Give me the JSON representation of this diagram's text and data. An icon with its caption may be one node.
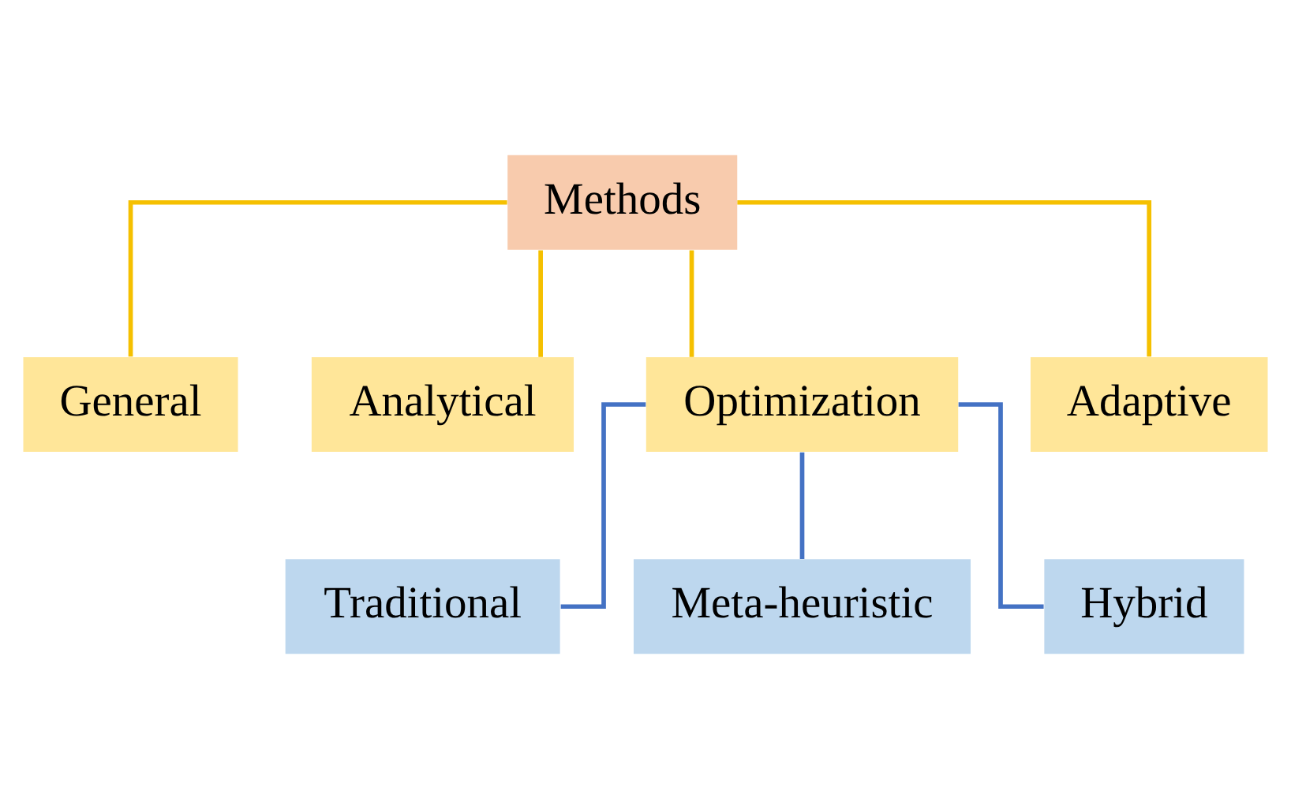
{
  "diagram": {
    "nodes": [
      {
        "text": [
          "Methods"
        ]
      },
      {
        "text": [
          "General"
        ]
      },
      {
        "text": [
          "Analytical"
        ]
      },
      {
        "text": [
          "Optimization"
        ]
      },
      {
        "text": [
          "Adaptive"
        ]
      },
      {
        "text": [
          "Traditional"
        ]
      },
      {
        "text": [
          "Meta-heuristic"
        ]
      },
      {
        "text": [
          "Hybrid"
        ]
      }
    ],
    "edges": [
      {
        "from": 0,
        "to": 1,
        "arrow": "none"
      },
      {
        "from": 0,
        "to": 2,
        "arrow": "none"
      },
      {
        "from": 0,
        "to": 3,
        "arrow": "none"
      },
      {
        "from": 0,
        "to": 4,
        "arrow": "none"
      },
      {
        "from": 3,
        "to": 5,
        "arrow": "none",
        "color": "#4472c4"
      },
      {
        "from": 3,
        "to": 6,
        "arrow": "none",
        "color": "#4472c4"
      },
      {
        "from": 3,
        "to": 7,
        "arrow": "none",
        "color": "#4472c4"
      }
    ]
  }
}
